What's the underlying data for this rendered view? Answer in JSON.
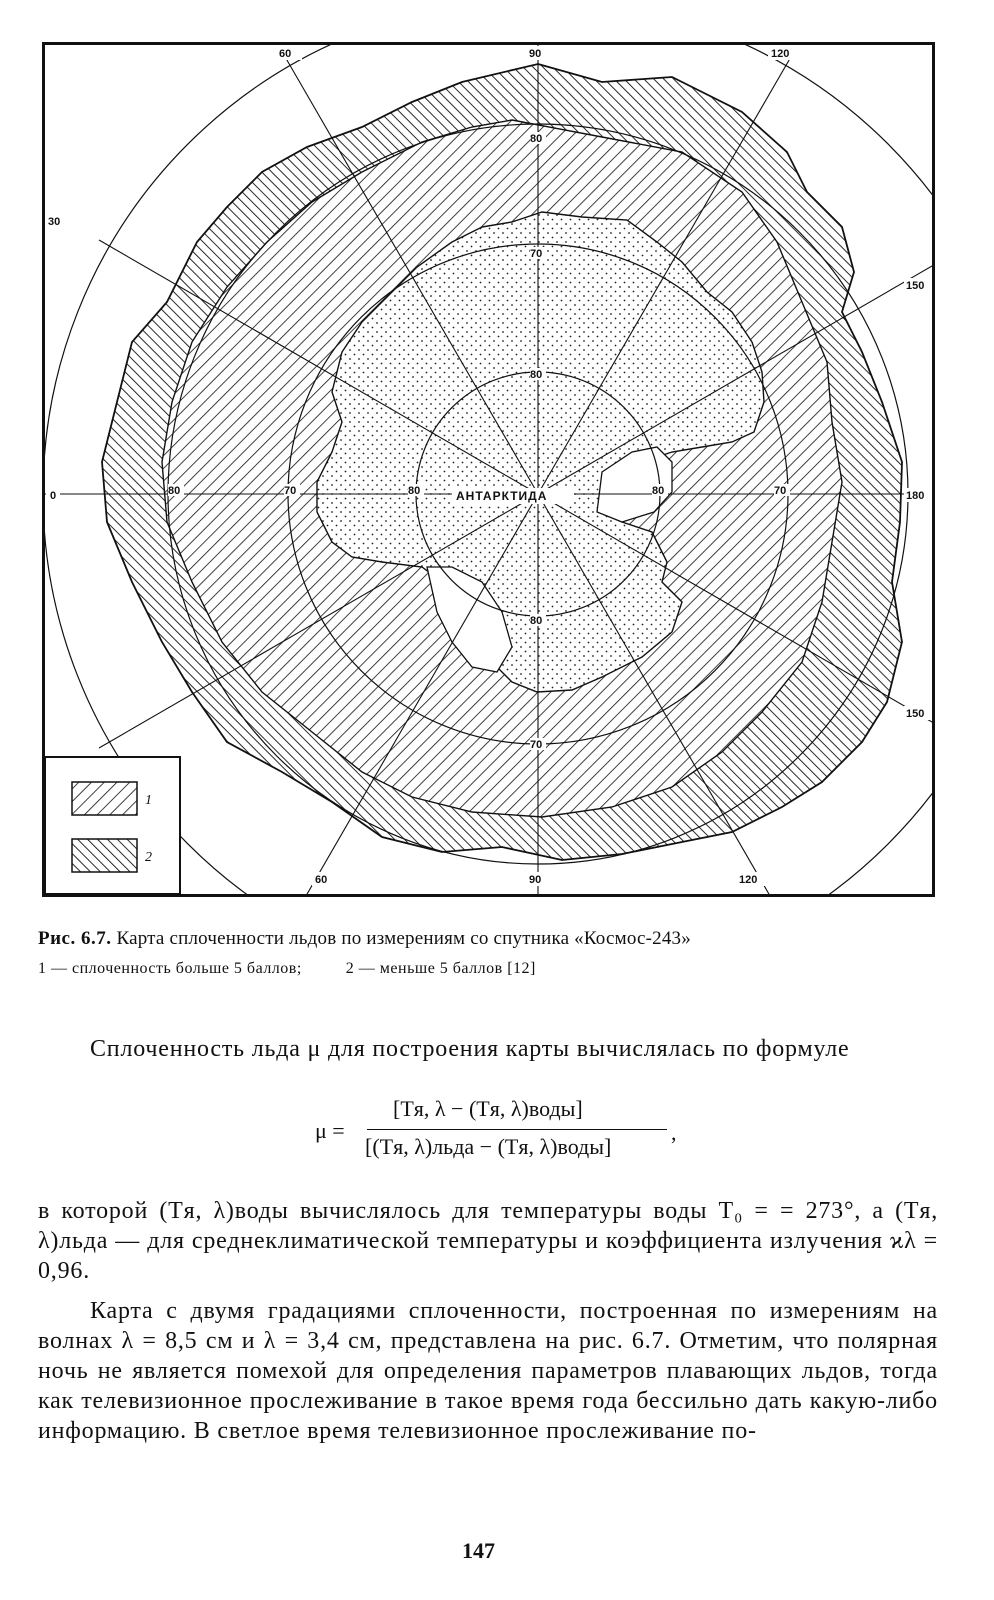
{
  "figure": {
    "map_labels": {
      "top": [
        "60",
        "90",
        "120"
      ],
      "bottom": [
        "60",
        "90",
        "120"
      ],
      "left": [
        "30",
        "0"
      ],
      "right": [
        "150",
        "180",
        "150"
      ],
      "lat_80": "80",
      "lat_70": "70",
      "continent": "АНТАРКТИДА"
    },
    "legend": [
      "1",
      "2"
    ]
  },
  "caption": {
    "prefix": "Рис. 6.7.",
    "title": "Карта сплоченности льдов по измерениям со спутника «Космос-243»",
    "item1": "1 — сплоченность больше 5 баллов;",
    "item2": "2 — меньше 5 баллов [12]"
  },
  "text": {
    "p1": "Сплоченность льда μ для построения карты вычислялась по формуле",
    "formula_mu": "μ =",
    "formula_num": "[Tя, λ − (Tя, λ)воды]",
    "formula_den": "[(Tя, λ)льда − (Tя, λ)воды]",
    "formula_comma": ",",
    "p2": "в которой (Tя, λ)воды вычислялось для температуры воды T₀ = = 273°, а (Tя, λ)льда — для среднеклиматической температуры и коэффициента излучения ϰλ = 0,96.",
    "p3": "Карта с двумя градациями сплоченности, построенная по измерениям на волнах λ = 8,5 см и λ = 3,4 см, представлена на рис. 6.7. Отметим, что полярная ночь не является помехой для определения параметров плавающих льдов, тогда как телевизионное прослеживание в такое время года бессильно дать какую-либо информацию. В светлое время телевизионное прослеживание по-"
  },
  "page_number": "147"
}
